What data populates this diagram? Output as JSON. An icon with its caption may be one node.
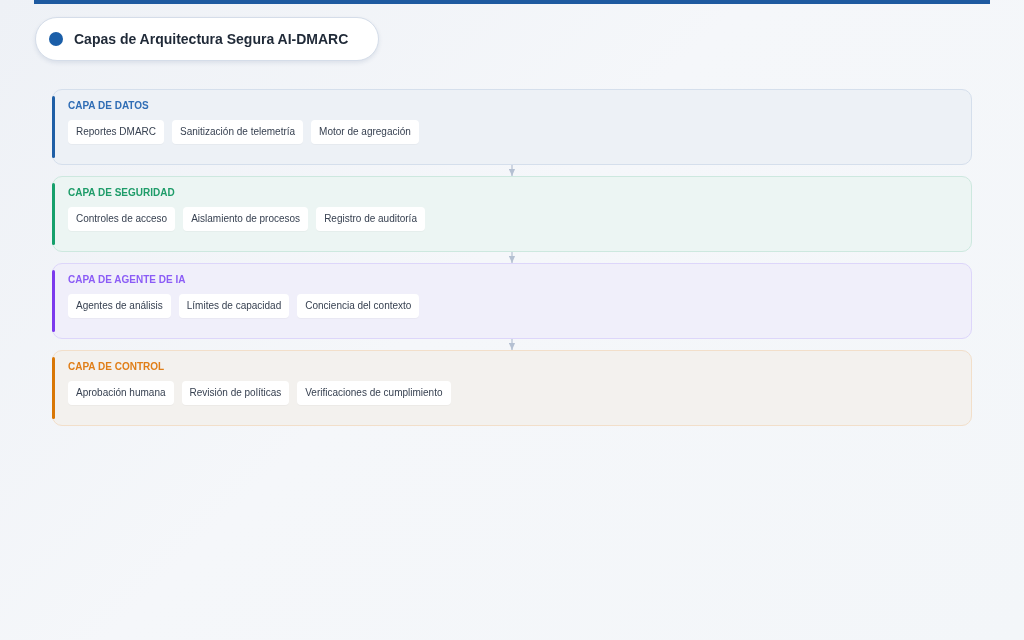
{
  "diagram": {
    "title": "Capas de Arquitectura Segura AI-DMARC",
    "nodes": [
      {
        "text": [
          "CAPA DE DATOS"
        ]
      },
      {
        "text": [
          "Reportes DMARC"
        ],
        "in": 0
      },
      {
        "text": [
          "Sanitización de telemetría"
        ],
        "in": 0
      },
      {
        "text": [
          "Motor de agregación"
        ],
        "in": 0
      },
      {
        "text": [
          "CAPA DE SEGURIDAD"
        ]
      },
      {
        "text": [
          "Controles de acceso"
        ],
        "in": 4
      },
      {
        "text": [
          "Aislamiento de procesos"
        ],
        "in": 4
      },
      {
        "text": [
          "Registro de auditoría"
        ],
        "in": 4
      },
      {
        "text": [
          "CAPA DE AGENTE DE IA"
        ]
      },
      {
        "text": [
          "Agentes de análisis"
        ],
        "in": 8
      },
      {
        "text": [
          "Límites de capacidad"
        ],
        "in": 8
      },
      {
        "text": [
          "Conciencia del contexto"
        ],
        "in": 8
      },
      {
        "text": [
          "CAPA DE CONTROL"
        ]
      },
      {
        "text": [
          "Aprobación humana"
        ],
        "in": 12
      },
      {
        "text": [
          "Revisión de políticas"
        ],
        "in": 12
      },
      {
        "text": [
          "Verificaciones de cumplimiento"
        ],
        "in": 12
      }
    ],
    "edges": [
      {
        "from": 0,
        "to": 4,
        "arrow": "to"
      },
      {
        "from": 4,
        "to": 8,
        "arrow": "to"
      },
      {
        "from": 8,
        "to": 12,
        "arrow": "to"
      }
    ]
  }
}
